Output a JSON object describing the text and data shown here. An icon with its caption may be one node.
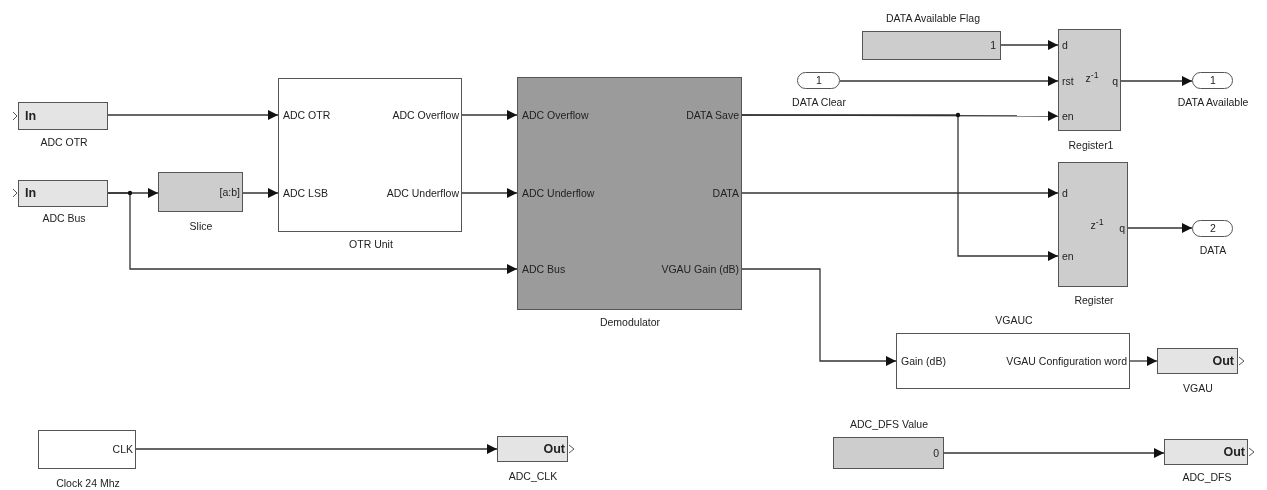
{
  "diagram": {
    "nodes": [
      {
        "text": [
          "In",
          "ADC OTR"
        ]
      },
      {
        "text": [
          "In",
          "ADC Bus"
        ]
      },
      {
        "text": [
          "[a:b]",
          "Slice"
        ]
      },
      {
        "text": [
          "ADC OTR",
          "ADC Overflow",
          "ADC LSB",
          "ADC Underflow",
          "OTR Unit"
        ]
      },
      {
        "text": [
          "ADC Overflow",
          "DATA Save",
          "ADC Underflow",
          "DATA",
          "ADC Bus",
          "VGAU Gain (dB)",
          "Demodulator"
        ]
      },
      {
        "text": [
          "DATA Available Flag",
          "1"
        ]
      },
      {
        "text": [
          "1",
          "DATA Clear"
        ]
      },
      {
        "text": [
          "d",
          "rst",
          "z$^{-1}$",
          "q",
          "en",
          "Register1"
        ]
      },
      {
        "text": [
          "1",
          "DATA Available"
        ]
      },
      {
        "text": [
          "d",
          "z$^{-1}$",
          "q",
          "en",
          "Register"
        ]
      },
      {
        "text": [
          "2",
          "DATA"
        ]
      },
      {
        "text": [
          "VGAUC",
          "Gain (dB)",
          "VGAU Configuration word"
        ]
      },
      {
        "text": [
          "Out",
          "VGAU"
        ]
      },
      {
        "text": [
          "CLK",
          "Clock 24 Mhz"
        ]
      },
      {
        "text": [
          "Out",
          "ADC_CLK"
        ]
      },
      {
        "text": [
          "ADC_DFS Value",
          "0"
        ]
      },
      {
        "text": [
          "Out",
          "ADC_DFS"
        ]
      }
    ],
    "edges": [
      {
        "from": 0,
        "to": 3,
        "arrow": "to"
      },
      {
        "from": 1,
        "to": 2,
        "arrow": "to"
      },
      {
        "from": 1,
        "to": 4,
        "arrow": "to"
      },
      {
        "from": 2,
        "to": 3,
        "arrow": "to"
      },
      {
        "from": 3,
        "to": 4,
        "arrow": "to"
      },
      {
        "from": 3,
        "to": 4,
        "arrow": "to"
      },
      {
        "from": 4,
        "to": 7,
        "arrow": "to"
      },
      {
        "from": 4,
        "to": 9,
        "arrow": "to"
      },
      {
        "from": 4,
        "to": 9,
        "arrow": "to"
      },
      {
        "from": 4,
        "to": 11,
        "arrow": "to"
      },
      {
        "from": 5,
        "to": 7,
        "arrow": "to"
      },
      {
        "from": 6,
        "to": 7,
        "arrow": "to"
      },
      {
        "from": 7,
        "to": 8,
        "arrow": "to"
      },
      {
        "from": 9,
        "to": 10,
        "arrow": "to"
      },
      {
        "from": 11,
        "to": 12,
        "arrow": "to"
      },
      {
        "from": 13,
        "to": 14,
        "arrow": "to"
      },
      {
        "from": 15,
        "to": 16,
        "arrow": "to"
      }
    ]
  }
}
